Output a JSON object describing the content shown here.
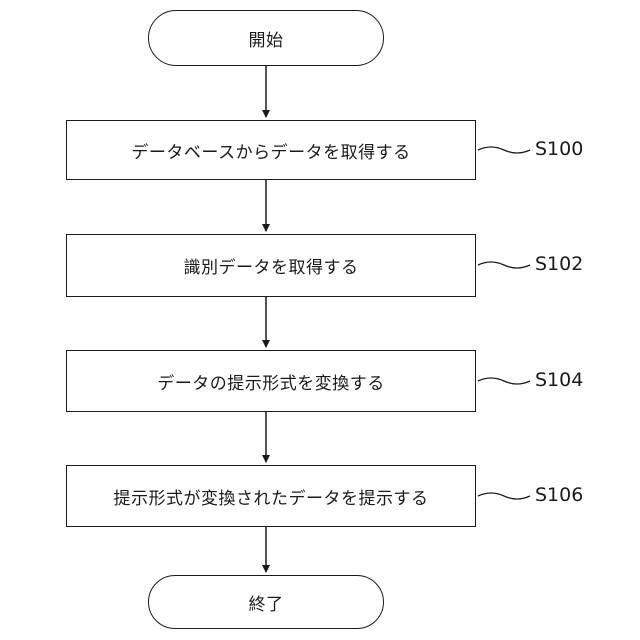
{
  "flowchart": {
    "start": "開始",
    "end": "終了",
    "steps": [
      {
        "text": "データベースからデータを取得する",
        "label": "S100"
      },
      {
        "text": "識別データを取得する",
        "label": "S102"
      },
      {
        "text": "データの提示形式を変換する",
        "label": "S104"
      },
      {
        "text": "提示形式が変換されたデータを提示する",
        "label": "S106"
      }
    ]
  }
}
